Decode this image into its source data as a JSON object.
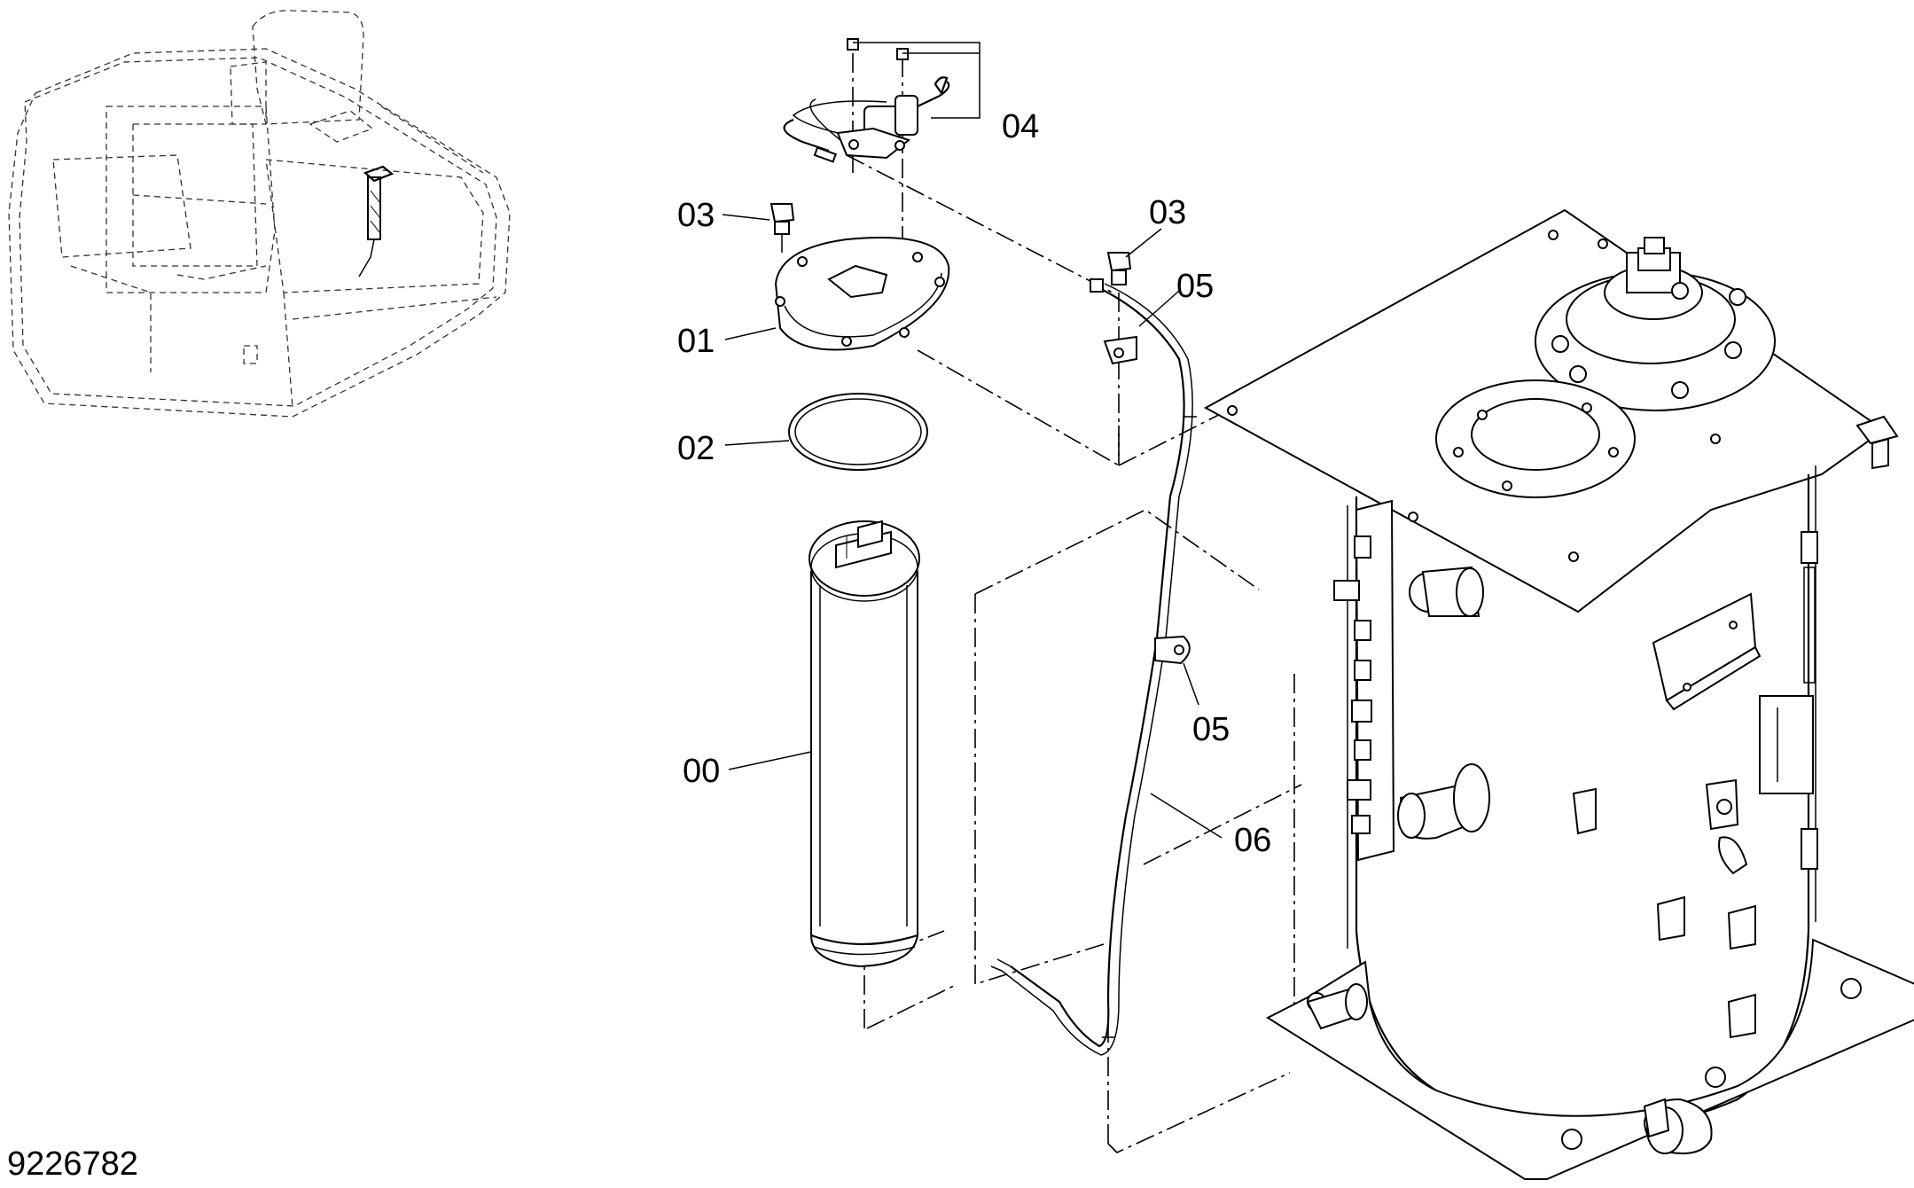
{
  "drawing_number": "9226782",
  "callouts": [
    "04",
    "03",
    "03",
    "05",
    "01",
    "02",
    "05",
    "00",
    "06"
  ]
}
